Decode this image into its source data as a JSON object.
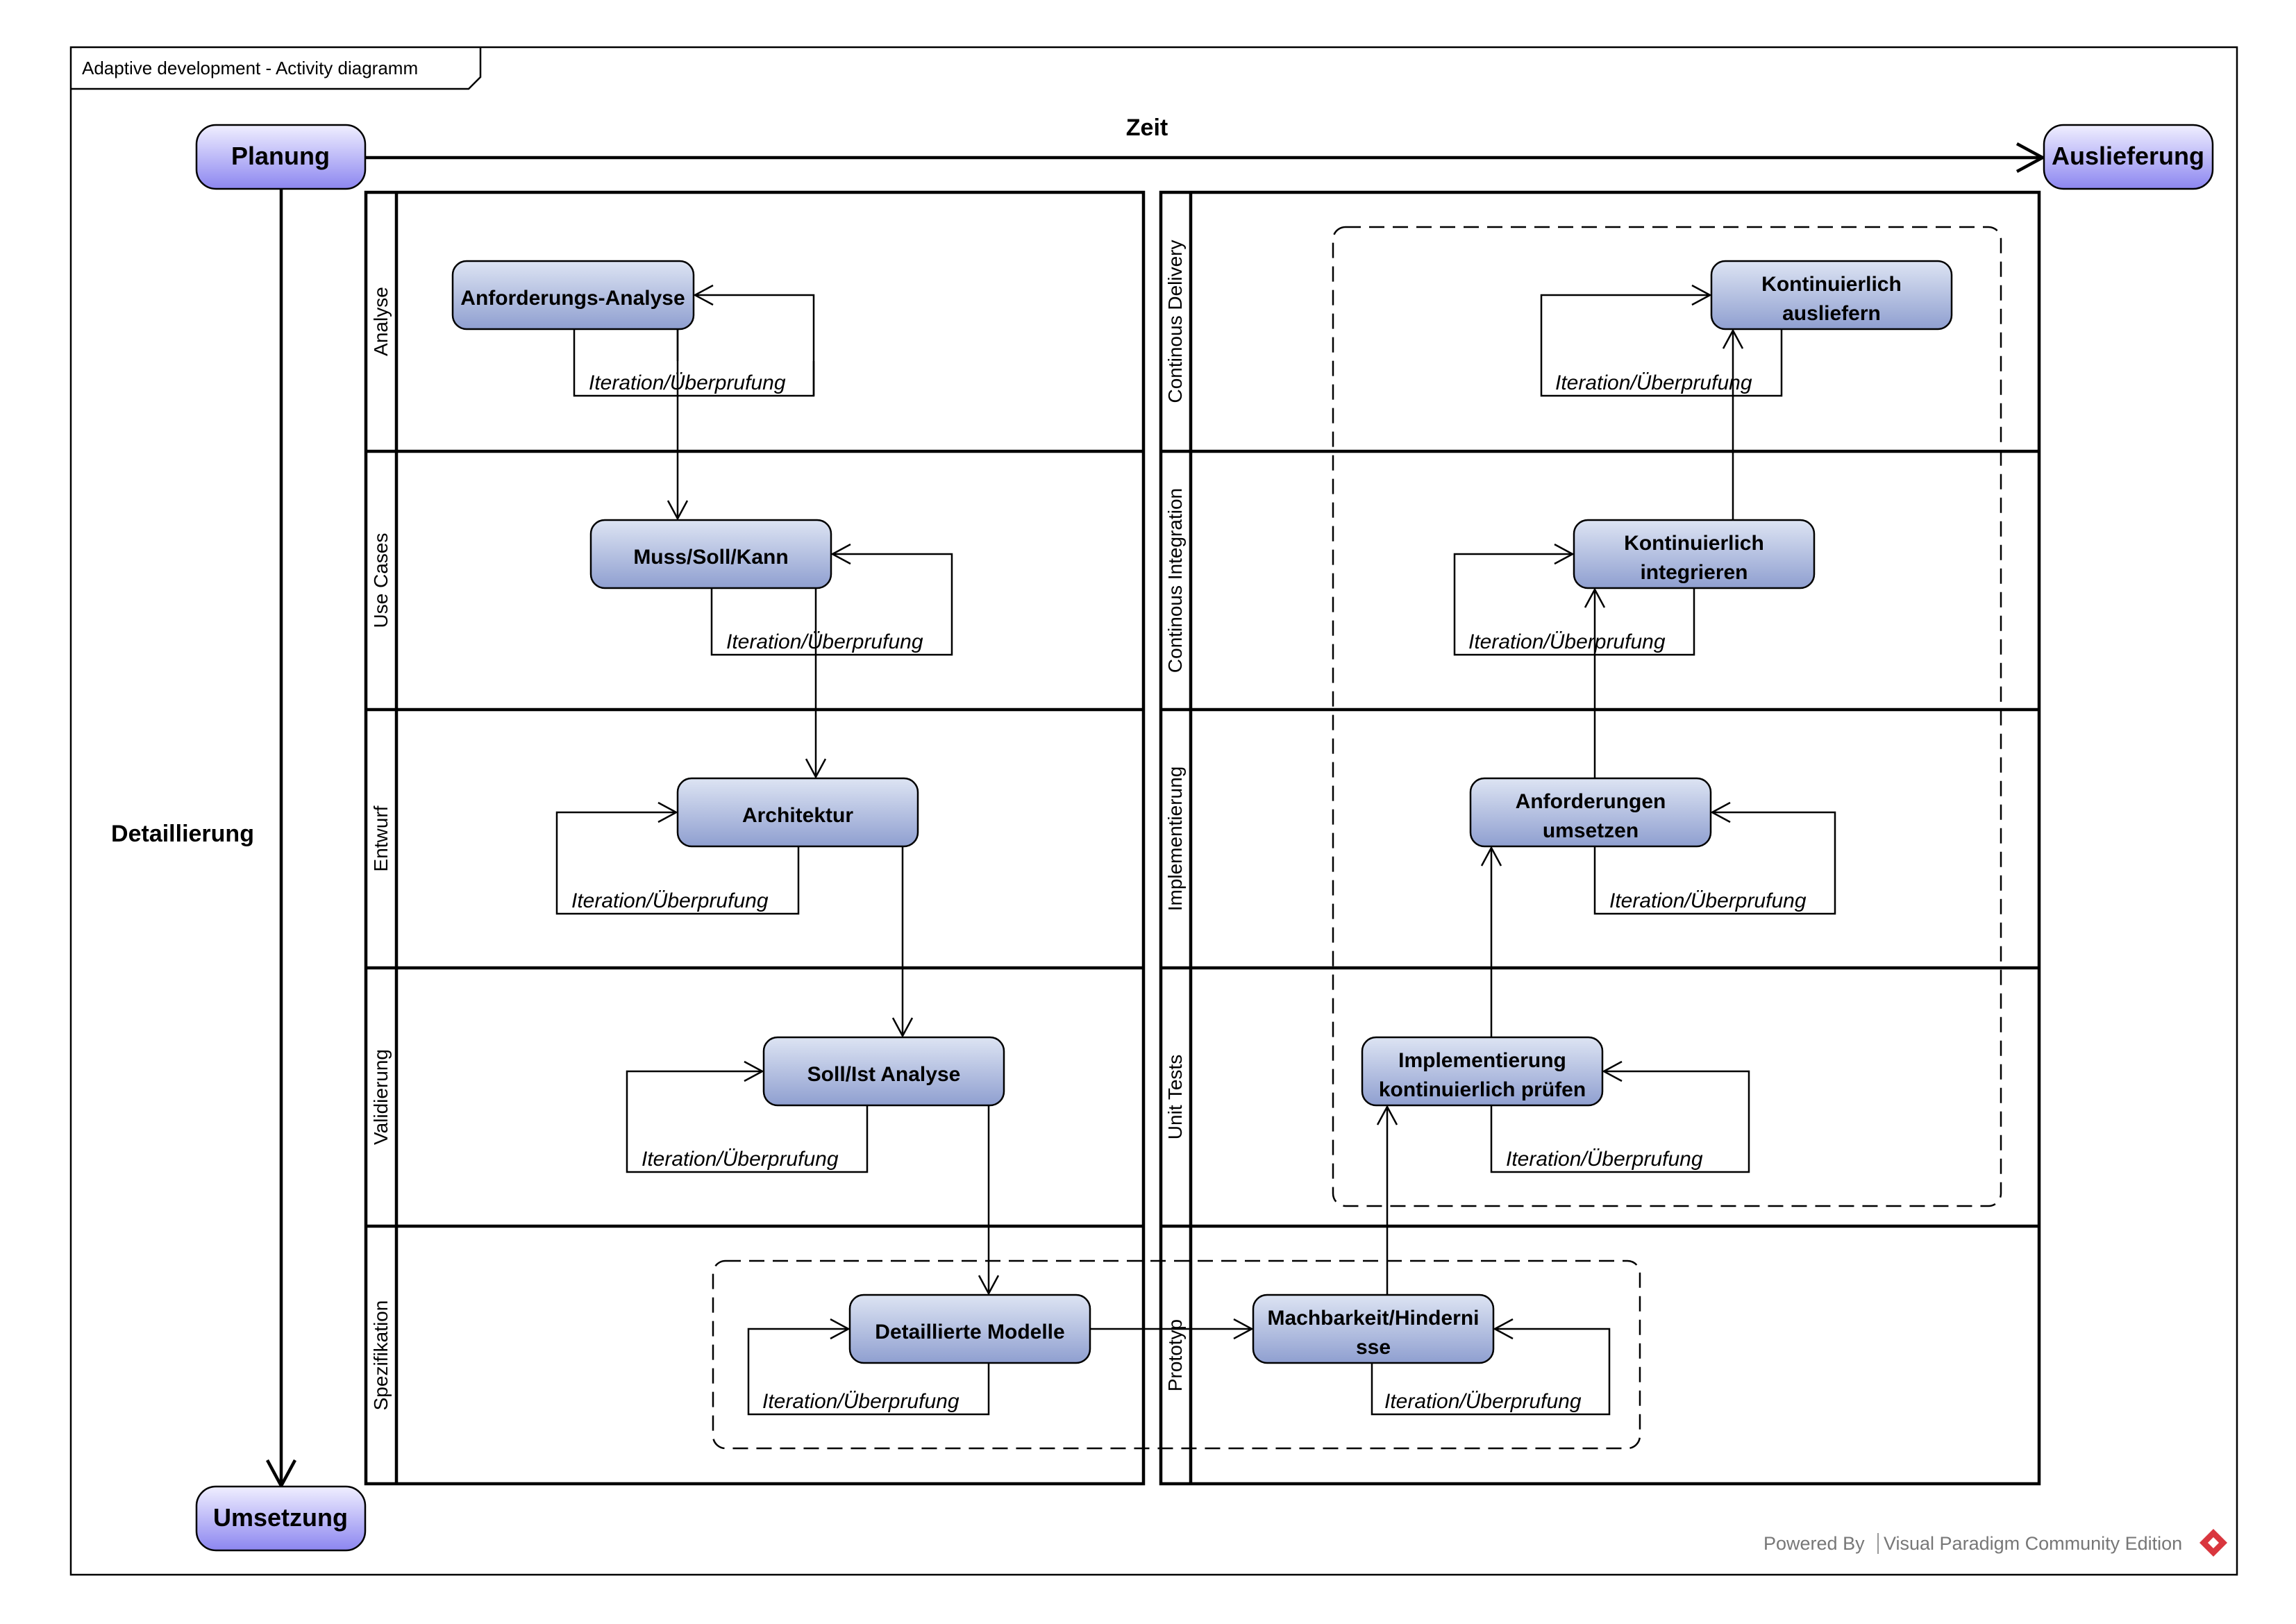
{
  "diagram": {
    "frame_title": "Adaptive development - Activity diagramm",
    "axis_time": "Zeit",
    "axis_detail": "Detaillierung",
    "terminals": {
      "start": "Planung",
      "end_right": "Auslieferung",
      "end_bottom": "Umsetzung"
    },
    "left_lanes": [
      "Analyse",
      "Use Cases",
      "Entwurf",
      "Validierung",
      "Spezifikation"
    ],
    "right_lanes": [
      "Continous Delivery",
      "Continous Integration",
      "Implementierung",
      "Unit Tests",
      "Prototyp"
    ],
    "activities": {
      "anforderungs_analyse": [
        "Anforderungs-Analyse"
      ],
      "muss_soll_kann": [
        "Muss/Soll/Kann"
      ],
      "architektur": [
        "Architektur"
      ],
      "soll_ist_analyse": [
        "Soll/Ist Analyse"
      ],
      "detaillierte_modelle": [
        "Detaillierte Modelle"
      ],
      "machbarkeit": [
        "Machbarkeit/Hinderni",
        "sse"
      ],
      "implementierung_pruefen": [
        "Implementierung",
        "kontinuierlich prüfen"
      ],
      "anforderungen_umsetzen": [
        "Anforderungen",
        "umsetzen"
      ],
      "kontinuierlich_integrieren": [
        "Kontinuierlich",
        "integrieren"
      ],
      "kontinuierlich_ausliefern": [
        "Kontinuierlich",
        "ausliefern"
      ]
    },
    "iteration_label": "Iteration/Überprufung",
    "footer_powered": "Powered By",
    "footer_product": "Visual Paradigm Community Edition",
    "colors": {
      "node_top": "#dde4f3",
      "node_bottom": "#8f9fd0",
      "terminal_top": "#f0efff",
      "terminal_bottom": "#8c86f0",
      "logo": "#d9363e"
    }
  }
}
